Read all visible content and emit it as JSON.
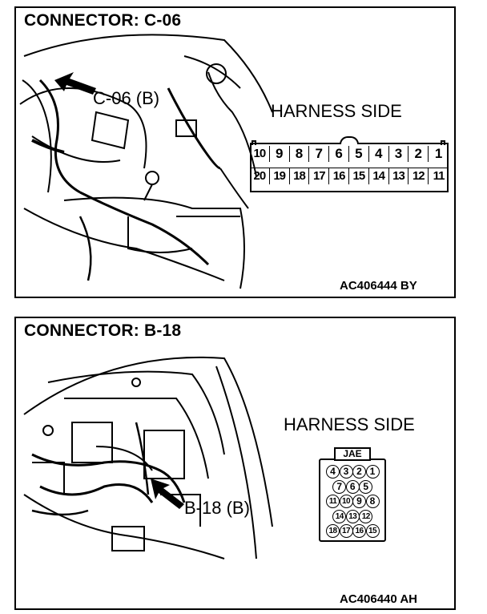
{
  "panel1": {
    "title": "CONNECTOR: C-06",
    "callout": "C-06 (B)",
    "harness_side": "HARNESS SIDE",
    "code": "AC406444 BY",
    "pins_top": [
      "10",
      "9",
      "8",
      "7",
      "6",
      "5",
      "4",
      "3",
      "2",
      "1"
    ],
    "pins_bottom": [
      "20",
      "19",
      "18",
      "17",
      "16",
      "15",
      "14",
      "13",
      "12",
      "11"
    ]
  },
  "panel2": {
    "title": "CONNECTOR: B-18",
    "callout": "B-18 (B)",
    "harness_side": "HARNESS SIDE",
    "connector_label": "JAE",
    "code": "AC406440 AH",
    "pin_rows": [
      [
        "4",
        "3",
        "2",
        "1"
      ],
      [
        "7",
        "6",
        "5"
      ],
      [
        "11",
        "10",
        "9",
        "8"
      ],
      [
        "14",
        "13",
        "12"
      ],
      [
        "18",
        "17",
        "16",
        "15"
      ]
    ]
  }
}
